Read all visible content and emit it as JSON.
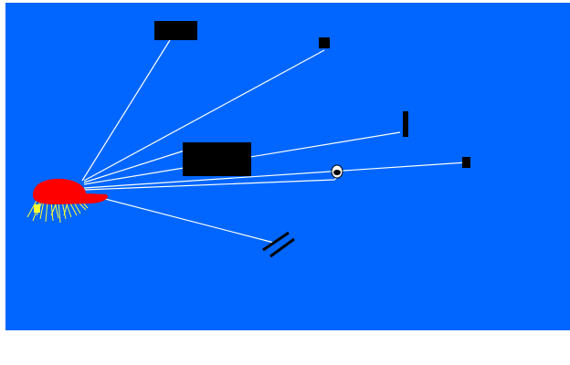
{
  "scene": {
    "background_color": "#0066ff",
    "page_color": "#ffffff",
    "creature_color": "#ff0000",
    "tentacle_color": "#ffff33",
    "string_color": "#ffffff",
    "block_color": "#000000",
    "eye_target_color": "#ffffff"
  },
  "objects": [
    {
      "name": "top-block",
      "kind": "block"
    },
    {
      "name": "small-top-right-block",
      "kind": "block"
    },
    {
      "name": "vertical-bar",
      "kind": "block"
    },
    {
      "name": "center-block",
      "kind": "block"
    },
    {
      "name": "right-small-block",
      "kind": "block"
    },
    {
      "name": "eye-target",
      "kind": "target"
    },
    {
      "name": "diagonal-stick",
      "kind": "block"
    }
  ]
}
